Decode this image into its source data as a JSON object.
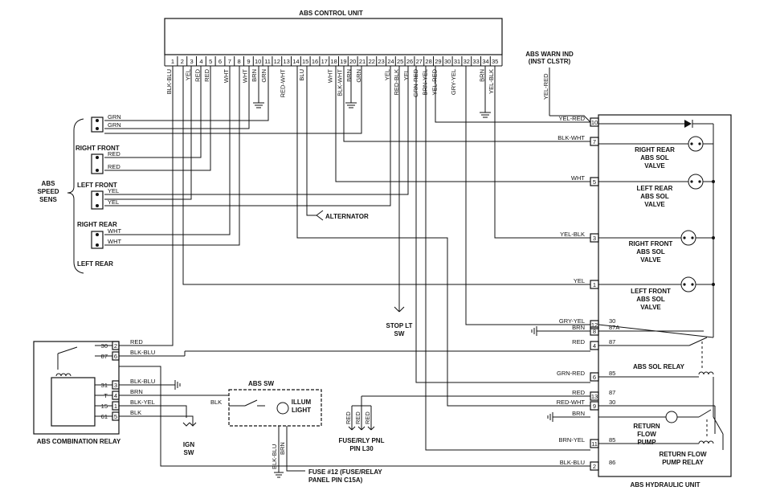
{
  "components": {
    "abs_control_unit": "ABS CONTROL UNIT",
    "abs_warn_ind": "ABS WARN IND",
    "inst_clstr": "(INST CLSTR)",
    "abs_speed_sens": [
      "ABS",
      "SPEED",
      "SENS"
    ],
    "right_front": "RIGHT FRONT",
    "left_front": "LEFT FRONT",
    "right_rear": "RIGHT REAR",
    "left_rear": "LEFT REAR",
    "alternator": "ALTERNATOR",
    "stop_lt_sw": [
      "STOP LT",
      "SW"
    ],
    "right_rear_valve": [
      "RIGHT REAR",
      "ABS SOL",
      "VALVE"
    ],
    "left_rear_valve": [
      "LEFT REAR",
      "ABS SOL",
      "VALVE"
    ],
    "right_front_valve": [
      "RIGHT FRONT",
      "ABS SOL",
      "VALVE"
    ],
    "left_front_valve": [
      "LEFT FRONT",
      "ABS SOL",
      "VALVE"
    ],
    "abs_sol_relay": "ABS SOL RELAY",
    "return_flow_pump": [
      "RETURN",
      "FLOW",
      "PUMP"
    ],
    "return_flow_pump_relay": [
      "RETURN FLOW",
      "PUMP RELAY"
    ],
    "abs_hydraulic_unit": "ABS HYDRAULIC UNIT",
    "abs_combination_relay": "ABS COMBINATION RELAY",
    "ign_sw": [
      "IGN",
      "SW"
    ],
    "abs_sw": "ABS SW",
    "illum_light": [
      "ILLUM",
      "LIGHT"
    ],
    "fuse_rly_pnl": [
      "FUSE/RLY PNL",
      "PIN L30"
    ],
    "fuse_12": [
      "FUSE #12 (FUSE/RELAY",
      "PANEL PIN C15A)"
    ]
  },
  "ecu_pins": [
    "1",
    "2",
    "3",
    "4",
    "5",
    "6",
    "7",
    "8",
    "9",
    "10",
    "11",
    "12",
    "13",
    "14",
    "15",
    "16",
    "17",
    "18",
    "19",
    "20",
    "21",
    "22",
    "23",
    "24",
    "25",
    "26",
    "27",
    "28",
    "29",
    "30",
    "31",
    "32",
    "33",
    "34",
    "35"
  ],
  "ecu_wire_labels": [
    {
      "pin": "1",
      "color": "BLK-BLU"
    },
    {
      "pin": "3",
      "color": "YEL"
    },
    {
      "pin": "4",
      "color": "RED"
    },
    {
      "pin": "5",
      "color": "RED"
    },
    {
      "pin": "7",
      "color": "WHT"
    },
    {
      "pin": "9",
      "color": "WHT"
    },
    {
      "pin": "10",
      "color": "BRN"
    },
    {
      "pin": "11",
      "color": "GRN"
    },
    {
      "pin": "13",
      "color": "RED-WHT"
    },
    {
      "pin": "15",
      "color": "BLU"
    },
    {
      "pin": "18",
      "color": "WHT"
    },
    {
      "pin": "19",
      "color": "BLK-WHT"
    },
    {
      "pin": "20",
      "color": "BRN"
    },
    {
      "pin": "21",
      "color": "GRN"
    },
    {
      "pin": "24",
      "color": "YEL"
    },
    {
      "pin": "25",
      "color": "RED-BLK"
    },
    {
      "pin": "26",
      "color": "YEL"
    },
    {
      "pin": "27",
      "color": "GRN-RED"
    },
    {
      "pin": "28",
      "color": "BRN-YEL"
    },
    {
      "pin": "29",
      "color": "YEL-RED"
    },
    {
      "pin": "31",
      "color": "GRY-YEL"
    },
    {
      "pin": "34",
      "color": "BRN"
    },
    {
      "pin": "35",
      "color": "YEL-BLK"
    }
  ],
  "sensor_wires": [
    "GRN",
    "GRN",
    "RED",
    "RED",
    "YEL",
    "YEL",
    "WHT",
    "WHT"
  ],
  "warn_wire": "YEL-RED",
  "hydraulic_pins": [
    {
      "pin": "10",
      "wire": "YEL-RED",
      "relay_pin": ""
    },
    {
      "pin": "7",
      "wire": "BLK-WHT",
      "relay_pin": ""
    },
    {
      "pin": "5",
      "wire": "WHT",
      "relay_pin": ""
    },
    {
      "pin": "3",
      "wire": "YEL-BLK",
      "relay_pin": ""
    },
    {
      "pin": "1",
      "wire": "YEL",
      "relay_pin": ""
    },
    {
      "pin": "12",
      "wire": "GRY-YEL",
      "relay_pin": "30"
    },
    {
      "pin": "8",
      "wire": "BRN",
      "relay_pin": "87A"
    },
    {
      "pin": "4",
      "wire": "RED",
      "relay_pin": "87"
    },
    {
      "pin": "6",
      "wire": "GRN-RED",
      "relay_pin": "85"
    },
    {
      "pin": "13",
      "wire": "RED",
      "relay_pin": "87"
    },
    {
      "pin": "9",
      "wire": "RED-WHT",
      "relay_pin": "30"
    },
    {
      "pin": "",
      "wire": "BRN",
      "relay_pin": ""
    },
    {
      "pin": "11",
      "wire": "BRN-YEL",
      "relay_pin": "85"
    },
    {
      "pin": "2",
      "wire": "BLK-BLU",
      "relay_pin": "86"
    }
  ],
  "combo_relay_left_pins": [
    "30",
    "87",
    "31",
    "T",
    "15",
    "61"
  ],
  "combo_relay_right_pins": [
    "2",
    "6",
    "3",
    "4",
    "1",
    "5"
  ],
  "combo_relay_wires": [
    "RED",
    "BLK-BLU",
    "BLK-BLU",
    "BRN",
    "BLK-YEL",
    "BLK"
  ],
  "abs_sw_wire": "BLK",
  "illum_wires": [
    "BLK-BLU",
    "BRN"
  ],
  "fuse_rly_wires": [
    "RED",
    "RED",
    "RED"
  ]
}
